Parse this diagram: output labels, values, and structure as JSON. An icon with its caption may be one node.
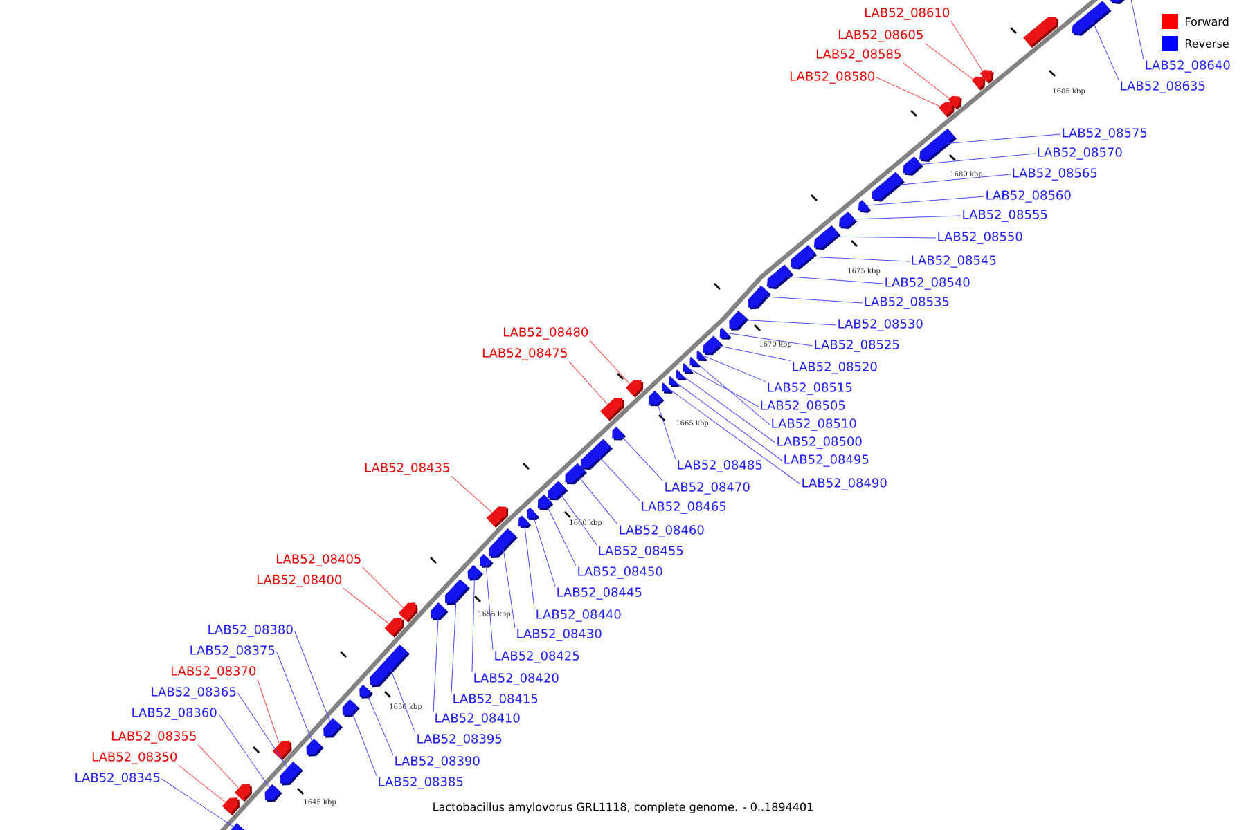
{
  "diagram": {
    "caption": "Lactobacillus amylovorus GRL1118, complete genome. - 0..1894401",
    "nodes": [
      {
        "text": [
          "LAB52_08610"
        ]
      },
      {
        "text": [
          "LAB52_08605"
        ]
      },
      {
        "text": [
          "LAB52_08585"
        ]
      },
      {
        "text": [
          "LAB52_08640"
        ]
      },
      {
        "text": [
          "LAB52_08580"
        ]
      },
      {
        "text": [
          "LAB52_08635"
        ]
      },
      {
        "text": [
          "LAB52_08575"
        ]
      },
      {
        "text": [
          "LAB52_08570"
        ]
      },
      {
        "text": [
          "LAB52_08565"
        ]
      },
      {
        "text": [
          "LAB52_08560"
        ]
      },
      {
        "text": [
          "LAB52_08555"
        ]
      },
      {
        "text": [
          "LAB52_08550"
        ]
      },
      {
        "text": [
          "LAB52_08545"
        ]
      },
      {
        "text": [
          "LAB52_08540"
        ]
      },
      {
        "text": [
          "LAB52_08535"
        ]
      },
      {
        "text": [
          "LAB52_08530"
        ]
      },
      {
        "text": [
          "LAB52_08480"
        ]
      },
      {
        "text": [
          "LAB52_08525"
        ]
      },
      {
        "text": [
          "LAB52_08475"
        ]
      },
      {
        "text": [
          "LAB52_08520"
        ]
      },
      {
        "text": [
          "LAB52_08515"
        ]
      },
      {
        "text": [
          "LAB52_08505"
        ]
      },
      {
        "text": [
          "LAB52_08490"
        ]
      },
      {
        "text": [
          "LAB52_08510"
        ]
      },
      {
        "text": [
          "LAB52_08485"
        ]
      },
      {
        "text": [
          "LAB52_08435"
        ]
      },
      {
        "text": [
          "LAB52_08495"
        ]
      },
      {
        "text": [
          "LAB52_08470"
        ]
      },
      {
        "text": [
          "LAB52_08500"
        ]
      },
      {
        "text": [
          "LAB52_08465"
        ]
      },
      {
        "text": [
          "LAB52_08460"
        ]
      },
      {
        "text": [
          "LAB52_08455"
        ]
      },
      {
        "text": [
          "LAB52_08405"
        ]
      },
      {
        "text": [
          "LAB52_08450"
        ]
      },
      {
        "text": [
          "LAB52_08400"
        ]
      },
      {
        "text": [
          "LAB52_08445"
        ]
      },
      {
        "text": [
          "LAB52_08440"
        ]
      },
      {
        "text": [
          "LAB52_08380"
        ]
      },
      {
        "text": [
          "LAB52_08430"
        ]
      },
      {
        "text": [
          "LAB52_08375"
        ]
      },
      {
        "text": [
          "LAB52_08425"
        ]
      },
      {
        "text": [
          "LAB52_08370"
        ]
      },
      {
        "text": [
          "LAB52_08420"
        ]
      },
      {
        "text": [
          "LAB52_08365"
        ]
      },
      {
        "text": [
          "LAB52_08415"
        ]
      },
      {
        "text": [
          "LAB52_08360"
        ]
      },
      {
        "text": [
          "LAB52_08410"
        ]
      },
      {
        "text": [
          "LAB52_08355"
        ]
      },
      {
        "text": [
          "LAB52_08395"
        ]
      },
      {
        "text": [
          "LAB52_08350"
        ]
      },
      {
        "text": [
          "LAB52_08390"
        ]
      },
      {
        "text": [
          "LAB52_08345"
        ]
      },
      {
        "text": [
          "LAB52_08385"
        ]
      },
      {
        "text": [],
        "shape": "arrow"
      },
      {
        "text": [],
        "shape": "arrow"
      },
      {
        "text": [],
        "shape": "arrow"
      },
      {
        "text": [],
        "shape": "arrow"
      },
      {
        "text": [],
        "shape": "arrow"
      },
      {
        "text": [],
        "shape": "arrow"
      },
      {
        "text": [],
        "shape": "arrow"
      },
      {
        "text": [],
        "shape": "arrow"
      },
      {
        "text": [],
        "shape": "arrow"
      },
      {
        "text": [],
        "shape": "arrow"
      },
      {
        "text": [],
        "shape": "arrow"
      },
      {
        "text": [],
        "shape": "arrow"
      },
      {
        "text": [],
        "shape": "arrow"
      },
      {
        "text": [],
        "shape": "arrow"
      },
      {
        "text": [],
        "shape": "arrow"
      },
      {
        "text": [],
        "shape": "arrow"
      },
      {
        "text": [],
        "shape": "arrow"
      },
      {
        "text": [],
        "shape": "arrow"
      },
      {
        "text": [],
        "shape": "arrow"
      },
      {
        "text": [],
        "shape": "arrow"
      },
      {
        "text": [],
        "shape": "arrow"
      },
      {
        "text": [],
        "shape": "arrow"
      },
      {
        "text": [],
        "shape": "arrow"
      },
      {
        "text": [],
        "shape": "arrow"
      },
      {
        "text": [],
        "shape": "arrow"
      },
      {
        "text": [],
        "shape": "arrow"
      },
      {
        "text": [],
        "shape": "arrow"
      },
      {
        "text": [],
        "shape": "arrow"
      },
      {
        "text": [],
        "shape": "arrow"
      },
      {
        "text": [],
        "shape": "arrow"
      },
      {
        "text": [],
        "shape": "arrow"
      },
      {
        "text": [],
        "shape": "arrow"
      },
      {
        "text": [],
        "shape": "arrow"
      },
      {
        "text": [],
        "shape": "arrow"
      },
      {
        "text": [],
        "shape": "arrow"
      },
      {
        "text": [],
        "shape": "arrow"
      },
      {
        "text": [],
        "shape": "arrow"
      },
      {
        "text": [],
        "shape": "arrow"
      },
      {
        "text": [],
        "shape": "arrow"
      },
      {
        "text": [],
        "shape": "arrow"
      },
      {
        "text": [],
        "shape": "arrow"
      },
      {
        "text": [],
        "shape": "arrow"
      },
      {
        "text": [],
        "shape": "arrow"
      },
      {
        "text": [],
        "shape": "arrow"
      },
      {
        "text": [],
        "shape": "arrow"
      },
      {
        "text": [],
        "shape": "arrow"
      },
      {
        "text": [],
        "shape": "arrow"
      },
      {
        "text": [],
        "shape": "arrow"
      },
      {
        "text": [],
        "shape": "arrow"
      },
      {
        "text": [],
        "shape": "arrow"
      },
      {
        "text": [],
        "shape": "arrow"
      },
      {
        "text": [],
        "shape": "arrow"
      },
      {
        "text": [],
        "shape": "arrow"
      },
      {
        "text": [],
        "shape": "arrow"
      }
    ],
    "edges": [
      {
        "from": 0,
        "to": 103,
        "arrow": "none",
        "color": "#ff4040"
      },
      {
        "from": 1,
        "to": 102,
        "arrow": "none",
        "color": "#ff4040"
      },
      {
        "from": 2,
        "to": 101,
        "arrow": "none",
        "color": "#ff4040"
      },
      {
        "from": 3,
        "to": 106,
        "arrow": "none"
      },
      {
        "from": 4,
        "to": 100,
        "arrow": "none",
        "color": "#ff4040"
      },
      {
        "from": 5,
        "to": 105,
        "arrow": "none"
      },
      {
        "from": 6,
        "to": 99,
        "arrow": "none"
      },
      {
        "from": 7,
        "to": 98,
        "arrow": "none"
      },
      {
        "from": 8,
        "to": 97,
        "arrow": "none"
      },
      {
        "from": 9,
        "to": 96,
        "arrow": "none"
      },
      {
        "from": 10,
        "to": 95,
        "arrow": "none"
      },
      {
        "from": 11,
        "to": 94,
        "arrow": "none"
      },
      {
        "from": 12,
        "to": 93,
        "arrow": "none"
      },
      {
        "from": 13,
        "to": 92,
        "arrow": "none"
      },
      {
        "from": 14,
        "to": 91,
        "arrow": "none"
      },
      {
        "from": 15,
        "to": 90,
        "arrow": "none"
      },
      {
        "from": 16,
        "to": 80,
        "arrow": "none",
        "color": "#ff4040"
      },
      {
        "from": 17,
        "to": 89,
        "arrow": "none"
      },
      {
        "from": 18,
        "to": 79,
        "arrow": "none",
        "color": "#ff4040"
      },
      {
        "from": 19,
        "to": 88,
        "arrow": "none"
      },
      {
        "from": 20,
        "to": 87,
        "arrow": "none"
      },
      {
        "from": 21,
        "to": 85,
        "arrow": "none"
      },
      {
        "from": 22,
        "to": 82,
        "arrow": "none"
      },
      {
        "from": 23,
        "to": 86,
        "arrow": "none"
      },
      {
        "from": 24,
        "to": 81,
        "arrow": "none"
      },
      {
        "from": 25,
        "to": 71,
        "arrow": "none",
        "color": "#ff4040"
      },
      {
        "from": 26,
        "to": 83,
        "arrow": "none"
      },
      {
        "from": 27,
        "to": 78,
        "arrow": "none"
      },
      {
        "from": 28,
        "to": 84,
        "arrow": "none"
      },
      {
        "from": 29,
        "to": 77,
        "arrow": "none"
      },
      {
        "from": 30,
        "to": 76,
        "arrow": "none"
      },
      {
        "from": 31,
        "to": 75,
        "arrow": "none"
      },
      {
        "from": 32,
        "to": 65,
        "arrow": "none",
        "color": "#ff4040"
      },
      {
        "from": 33,
        "to": 74,
        "arrow": "none"
      },
      {
        "from": 34,
        "to": 64,
        "arrow": "none",
        "color": "#ff4040"
      },
      {
        "from": 35,
        "to": 73,
        "arrow": "none"
      },
      {
        "from": 36,
        "to": 72,
        "arrow": "none"
      },
      {
        "from": 37,
        "to": 60,
        "arrow": "none"
      },
      {
        "from": 38,
        "to": 70,
        "arrow": "none"
      },
      {
        "from": 39,
        "to": 59,
        "arrow": "none"
      },
      {
        "from": 40,
        "to": 69,
        "arrow": "none"
      },
      {
        "from": 41,
        "to": 58,
        "arrow": "none",
        "color": "#ff4040"
      },
      {
        "from": 42,
        "to": 68,
        "arrow": "none"
      },
      {
        "from": 43,
        "to": 57,
        "arrow": "none"
      },
      {
        "from": 44,
        "to": 67,
        "arrow": "none"
      },
      {
        "from": 45,
        "to": 56,
        "arrow": "none"
      },
      {
        "from": 46,
        "to": 66,
        "arrow": "none"
      },
      {
        "from": 47,
        "to": 55,
        "arrow": "none",
        "color": "#ff4040"
      },
      {
        "from": 48,
        "to": 63,
        "arrow": "none"
      },
      {
        "from": 49,
        "to": 54,
        "arrow": "none",
        "color": "#ff4040"
      },
      {
        "from": 50,
        "to": 62,
        "arrow": "none"
      },
      {
        "from": 51,
        "to": 53,
        "arrow": "none"
      },
      {
        "from": 52,
        "to": 61,
        "arrow": "none"
      }
    ],
    "labels": [
      "1685 kbp",
      "1680 kbp",
      "1675 kbp",
      "1670 kbp",
      "1665 kbp",
      "1660 kbp",
      "1655 kbp",
      "1650 kbp",
      "1645 kbp"
    ],
    "legend": [
      {
        "text": "Forward",
        "color": "#ff0000"
      },
      {
        "text": "Reverse",
        "color": "#0000ff"
      }
    ]
  }
}
